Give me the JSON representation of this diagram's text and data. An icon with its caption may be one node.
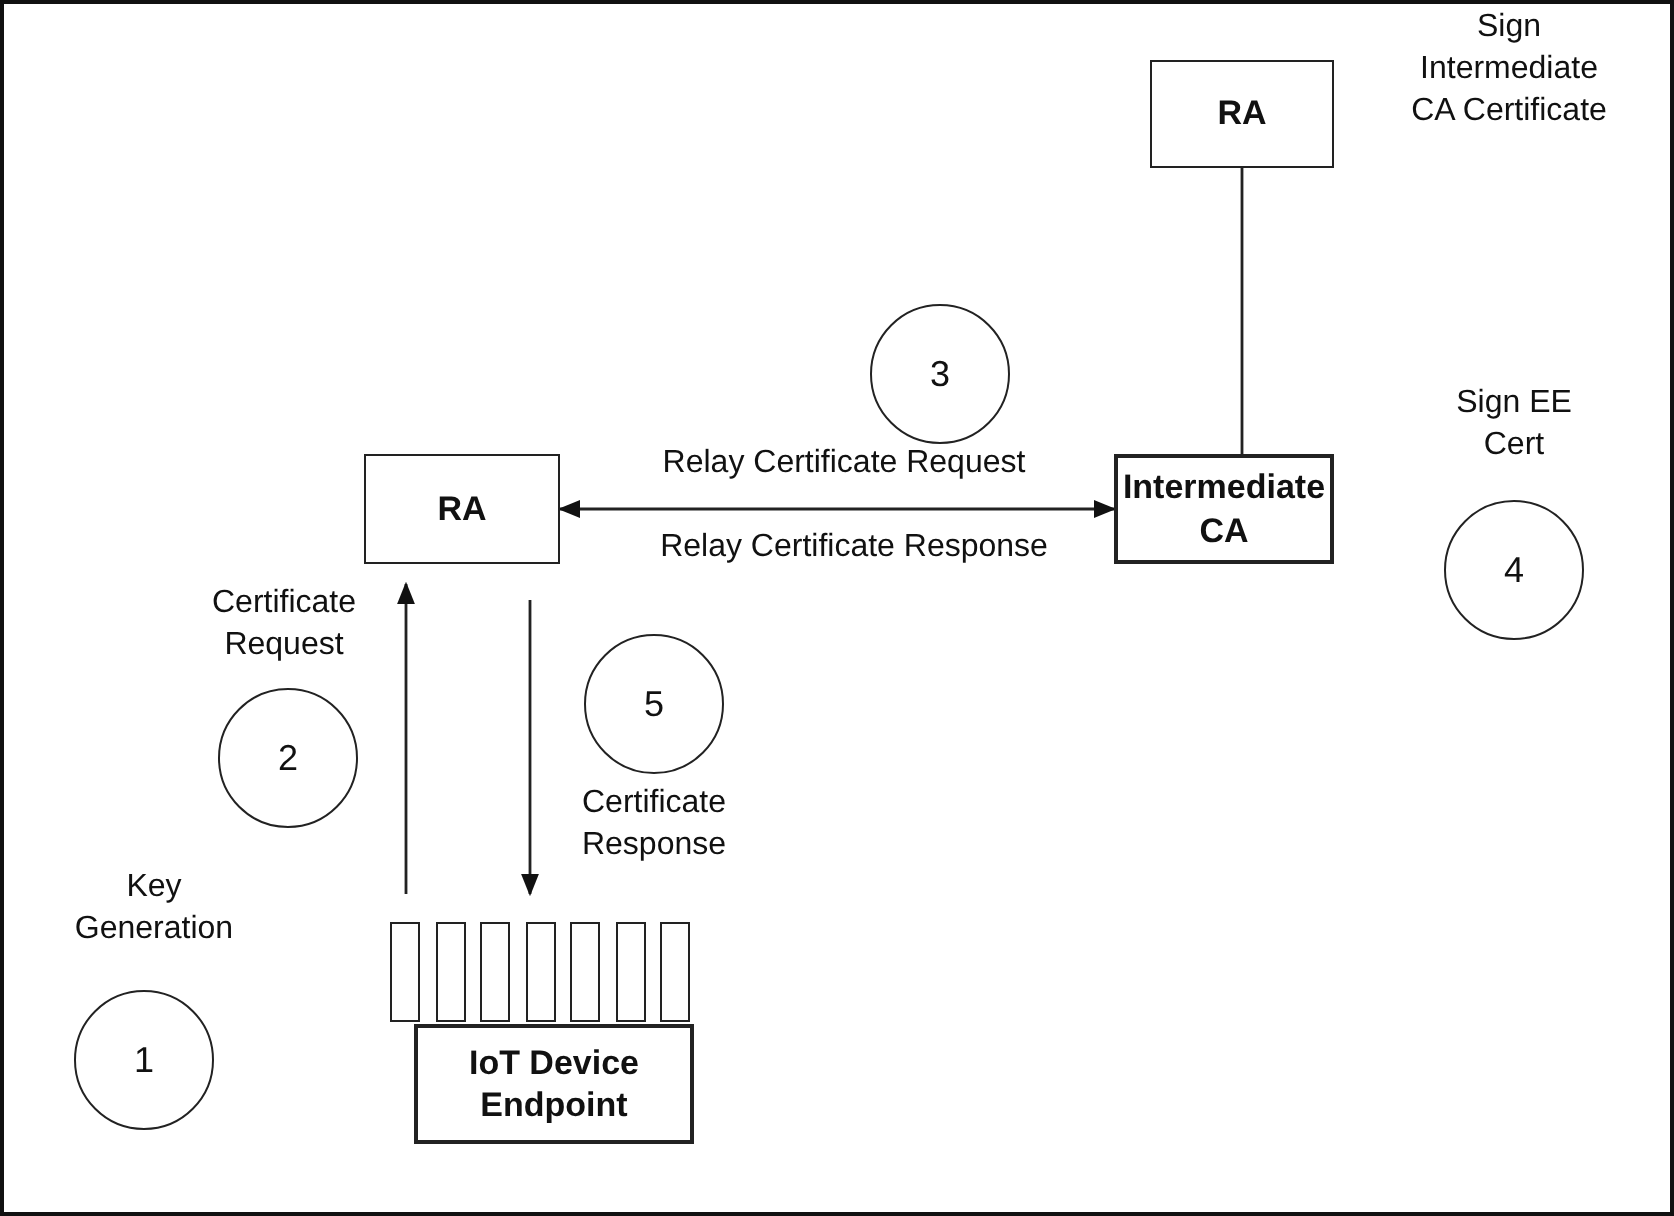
{
  "diagram": {
    "nodes": [
      {
        "text": [
          "RA"
        ],
        "beside": [
          "Sign Intermediate CA Certificate"
        ]
      },
      {
        "text": [
          "RA"
        ]
      },
      {
        "text": [
          "Intermediate CA"
        ]
      },
      {
        "text": [
          "3"
        ]
      },
      {
        "text": [
          "4"
        ],
        "beside": [
          "Sign EE Cert"
        ]
      },
      {
        "text": [
          "2"
        ]
      },
      {
        "text": [
          "5"
        ]
      },
      {
        "text": [],
        "shape": "box"
      },
      {
        "text": [],
        "shape": "box"
      },
      {
        "text": [],
        "shape": "box"
      },
      {
        "text": [],
        "shape": "box"
      },
      {
        "text": [],
        "shape": "box"
      },
      {
        "text": [],
        "shape": "box"
      },
      {
        "text": [],
        "shape": "box"
      },
      {
        "text": [
          "1"
        ],
        "beside": [
          "Key Generation"
        ]
      },
      {
        "text": [
          "IoT Device Endpoint"
        ]
      }
    ],
    "edges": [
      {
        "from": 0,
        "to": 2,
        "arrow": "none"
      },
      {
        "from": 1,
        "to": 2,
        "arrow": "both",
        "label": "Relay Certificate Request"
      },
      {
        "from": 7,
        "to": 1,
        "arrow": "to",
        "label": "Certificate Request"
      },
      {
        "from": 1,
        "to": 10,
        "arrow": "to",
        "label": "Certificate Response"
      }
    ],
    "labels": [
      "Relay Certificate Response"
    ]
  }
}
